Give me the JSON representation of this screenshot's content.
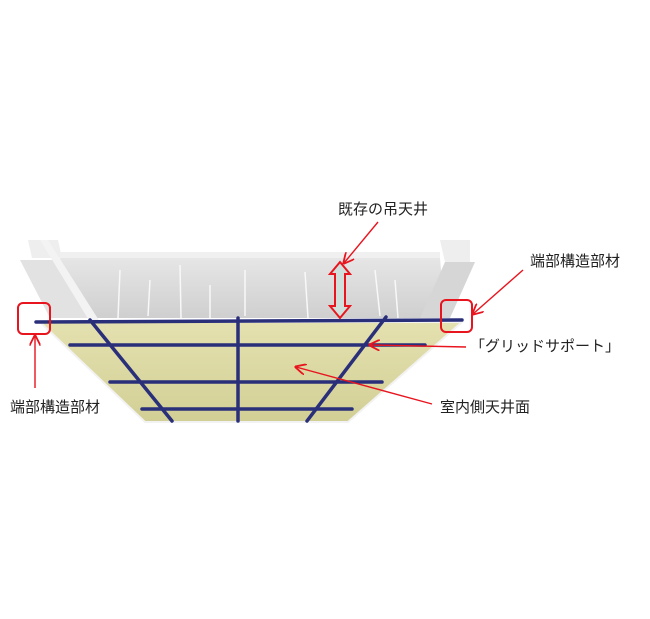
{
  "labels": {
    "existing_ceiling": "既存の吊天井",
    "end_member_right": "端部構造部材",
    "end_member_left": "端部構造部材",
    "grid_support": "「グリッドサポート」",
    "indoor_ceiling": "室内側天井面"
  },
  "colors": {
    "annotation": "#e8141e",
    "grid_bar": "#2a2f7a",
    "ceiling_panel": "#d9d6a0",
    "existing_structure": "#dcdcdc"
  }
}
